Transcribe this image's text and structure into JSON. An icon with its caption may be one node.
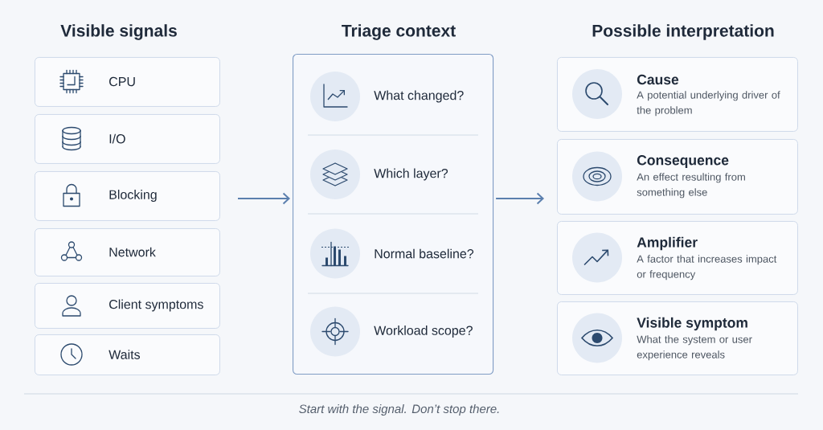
{
  "diagram": {
    "caption": "Start with the signal. Don’t stop there.",
    "nodes": [
      {
        "text": [
          "CPU"
        ]
      },
      {
        "text": [
          "I/O"
        ]
      },
      {
        "text": [
          "Blocking"
        ]
      },
      {
        "text": [
          "Network"
        ]
      },
      {
        "text": [
          "Client symptoms"
        ]
      },
      {
        "text": [
          "Waits"
        ]
      },
      {
        "text": [],
        "shape": "box"
      },
      {
        "text": [
          "What changed?"
        ],
        "in": 6
      },
      {
        "text": [
          "Which layer?"
        ],
        "in": 6
      },
      {
        "text": [
          "Normal baseline?"
        ],
        "in": 6
      },
      {
        "text": [
          "Workload scope?"
        ],
        "in": 6
      },
      {
        "text": [
          "Cause",
          "A potential underlying driver of the problem"
        ]
      },
      {
        "text": [
          "Consequence",
          "An effect resulting from something else"
        ]
      },
      {
        "text": [
          "Amplifier",
          "A factor that increases impact or frequency"
        ]
      },
      {
        "text": [
          "Visible symptom",
          "What the system or user experience reveals"
        ]
      }
    ],
    "edges": [
      {
        "from": null,
        "to": 6,
        "arrow": "to"
      },
      {
        "from": 6,
        "to": null,
        "arrow": "to"
      }
    ],
    "labels": [
      "Visible signals",
      "Triage context",
      "Possible interpretation"
    ]
  }
}
